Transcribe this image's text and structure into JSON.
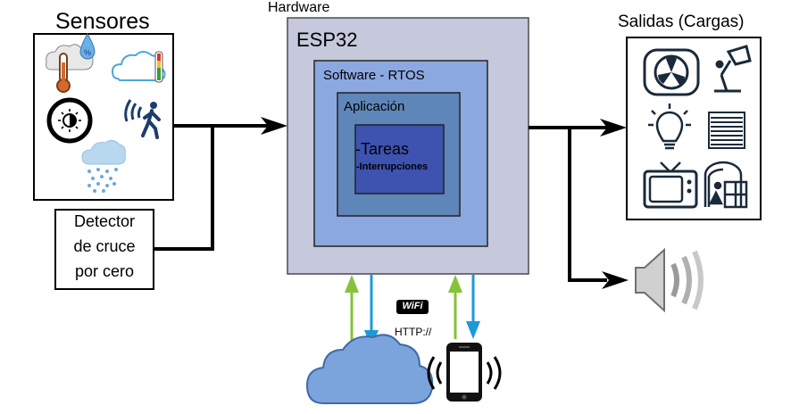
{
  "sensors": {
    "title": "Sensores"
  },
  "detector": {
    "line1": "Detector",
    "line2": "de cruce",
    "line3": "por cero"
  },
  "hardware": {
    "label": "Hardware"
  },
  "esp32": {
    "label": "ESP32"
  },
  "software": {
    "label": "Software - RTOS"
  },
  "application": {
    "label": "Aplicación"
  },
  "tasks": {
    "tareas": "-Tareas",
    "interrupciones": "-Interrupciones"
  },
  "outputs": {
    "title": "Salidas (Cargas)"
  },
  "network": {
    "wifi": "WiFi",
    "http": "HTTP://"
  },
  "colors": {
    "hardware_fill": "#c6c9dc",
    "rtos_fill": "#8ca8e0",
    "app_fill": "#5e86b8",
    "tasks_fill": "#3e52b0",
    "cloud_fill": "#7ba3dc",
    "arrow_green": "#86c23a",
    "arrow_blue": "#1d9ad6"
  }
}
